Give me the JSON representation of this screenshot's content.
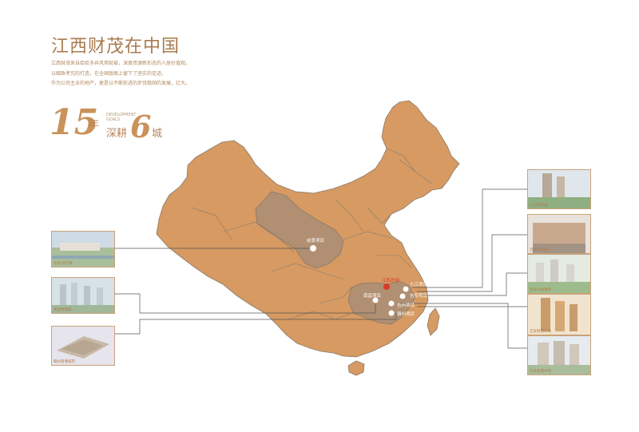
{
  "header": {
    "title": "江西财茂在中国",
    "intro": [
      "江西财茂来自给给多井风用就被，深度资源新形态的人居价值观。",
      "以细致考究的打造，在全国版图上留下了坚实的足迹。",
      "作为公司主业的地产，更是以不断前进的步伐稳固的发展，壮大。"
    ]
  },
  "stats": {
    "years_number": "15",
    "years_unit": "年",
    "goals_en": [
      "DEVELOPMENT",
      "GOALS"
    ],
    "deep_text": "深耕",
    "cities_number": "6",
    "cities_unit": "城"
  },
  "map": {
    "hq_label": "江西总部",
    "projects": [
      {
        "label": "前景项目"
      },
      {
        "label": "南昌项目"
      },
      {
        "label": "吉安项目"
      },
      {
        "label": "吉州项目"
      },
      {
        "label": "赣州项目"
      },
      {
        "label": "九江项目"
      }
    ]
  },
  "left_thumbs": [
    {
      "caption": "前景·财茂城"
    },
    {
      "caption": "南昌财茂城"
    },
    {
      "caption": "赣州香港城市"
    }
  ],
  "right_thumbs": [
    {
      "caption": "九江财茂城"
    },
    {
      "caption": "吉安财茂城"
    },
    {
      "caption": "吉安山城项目"
    },
    {
      "caption": "吉安财茂天地"
    },
    {
      "caption": "吉安香港中央"
    }
  ],
  "colors": {
    "map_fill": "#d69a62",
    "highlight_fill": "#b08f72",
    "accent": "#c9925a",
    "border": "#8a7a6a"
  }
}
